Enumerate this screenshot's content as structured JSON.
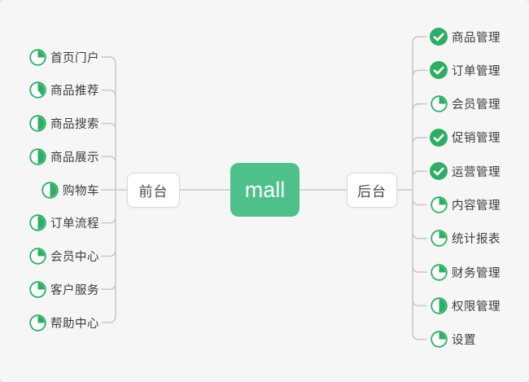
{
  "app": {
    "type": "mindmap",
    "background": "#f5f6f5",
    "line_color": "#c9c9c9"
  },
  "colors": {
    "icon_green": "#2eae64",
    "center_green": "#4ec18b",
    "node_border": "#d9d9d9",
    "item_text": "#3c3c3c"
  },
  "center": {
    "label": "mall",
    "color": "#4ec18b",
    "text_color": "#ffffff"
  },
  "branches": {
    "left": {
      "label": "前台",
      "items": [
        {
          "label": "首页门户",
          "icon": "progress-icon",
          "progress": 25
        },
        {
          "label": "商品推荐",
          "icon": "progress-icon",
          "progress": 40
        },
        {
          "label": "商品搜索",
          "icon": "progress-icon",
          "progress": 50
        },
        {
          "label": "商品展示",
          "icon": "progress-icon",
          "progress": 50
        },
        {
          "label": "购物车",
          "icon": "progress-icon",
          "progress": 50
        },
        {
          "label": "订单流程",
          "icon": "progress-icon",
          "progress": 50
        },
        {
          "label": "会员中心",
          "icon": "progress-icon",
          "progress": 25
        },
        {
          "label": "客户服务",
          "icon": "progress-icon",
          "progress": 25
        },
        {
          "label": "帮助中心",
          "icon": "progress-icon",
          "progress": 25
        }
      ]
    },
    "right": {
      "label": "后台",
      "items": [
        {
          "label": "商品管理",
          "icon": "check-icon",
          "progress": 100
        },
        {
          "label": "订单管理",
          "icon": "check-icon",
          "progress": 100
        },
        {
          "label": "会员管理",
          "icon": "progress-icon",
          "progress": 25
        },
        {
          "label": "促销管理",
          "icon": "check-icon",
          "progress": 100
        },
        {
          "label": "运营管理",
          "icon": "check-icon",
          "progress": 100
        },
        {
          "label": "内容管理",
          "icon": "progress-icon",
          "progress": 25
        },
        {
          "label": "统计报表",
          "icon": "progress-icon",
          "progress": 25
        },
        {
          "label": "财务管理",
          "icon": "progress-icon",
          "progress": 25
        },
        {
          "label": "权限管理",
          "icon": "progress-icon",
          "progress": 50
        },
        {
          "label": "设置",
          "icon": "progress-icon",
          "progress": 25
        }
      ]
    }
  }
}
